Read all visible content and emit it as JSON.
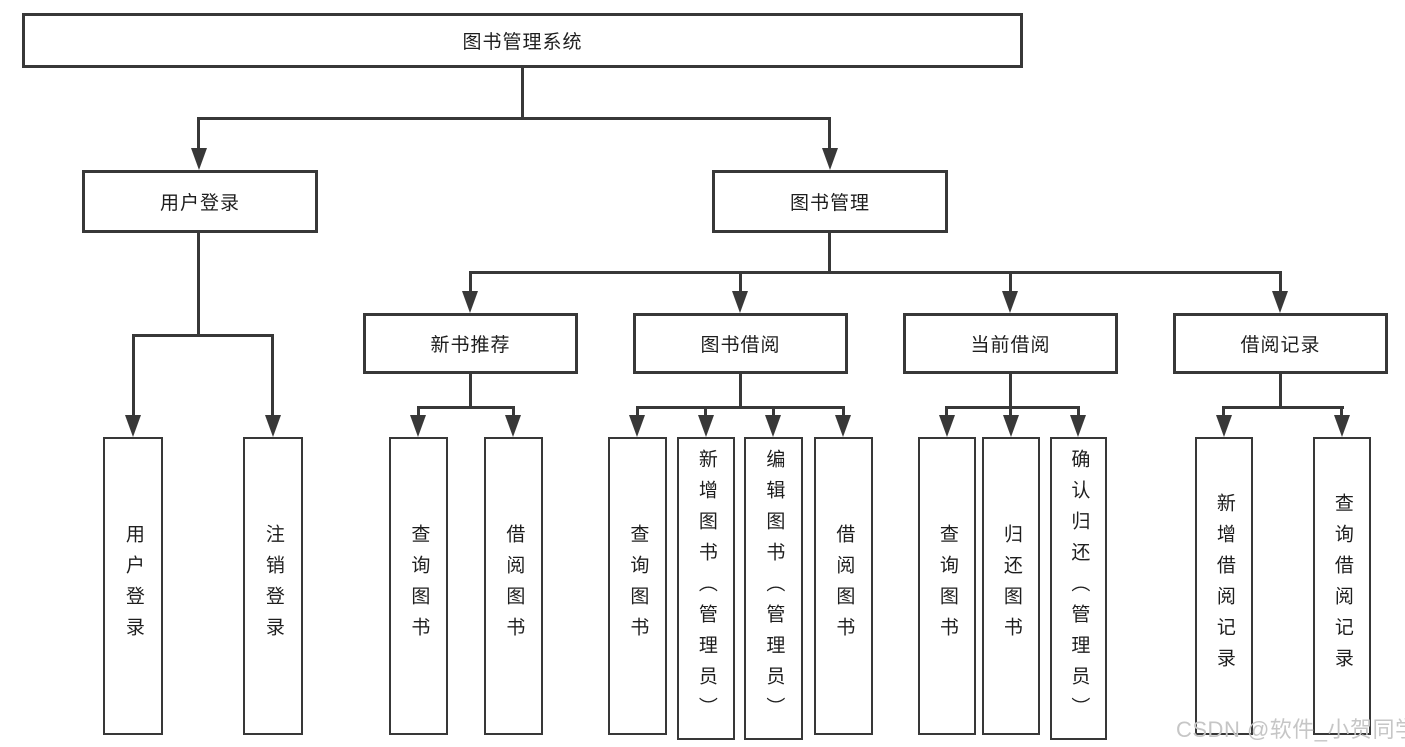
{
  "diagram": {
    "root": {
      "label": "图书管理系统"
    },
    "level2": [
      {
        "label": "用户登录"
      },
      {
        "label": "图书管理"
      }
    ],
    "level3": [
      {
        "label": "新书推荐"
      },
      {
        "label": "图书借阅"
      },
      {
        "label": "当前借阅"
      },
      {
        "label": "借阅记录"
      }
    ],
    "leaves": {
      "user_login": [
        "用户登录",
        "注销登录"
      ],
      "new_books": [
        "查询图书",
        "借阅图书"
      ],
      "book_borrow": [
        "查询图书",
        "新增图书（管理员）",
        "编辑图书（管理员）",
        "借阅图书"
      ],
      "current_borrow": [
        "查询图书",
        "归还图书",
        "确认归还（管理员）"
      ],
      "borrow_records": [
        "新增借阅记录",
        "查询借阅记录"
      ]
    },
    "watermark": "CSDN @软件_小贺同学",
    "colors": {
      "line": "#383838",
      "box_border": "#383838",
      "text": "#1e1e1e",
      "watermark": "#c6c6c6",
      "background": "#ffffff"
    }
  }
}
